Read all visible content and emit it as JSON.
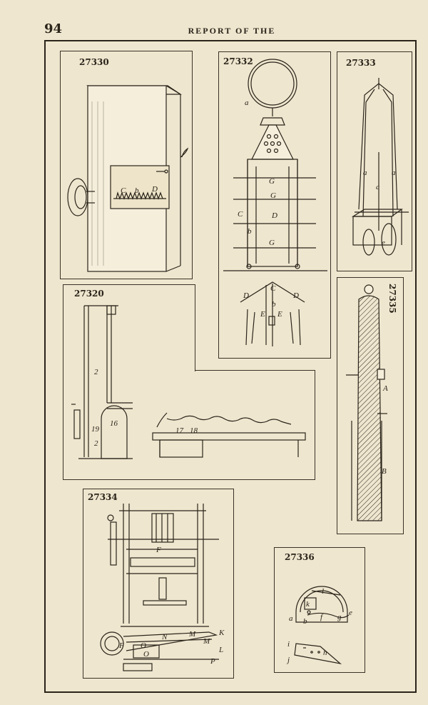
{
  "header": {
    "page_number": "94",
    "running_title": "REPORT OF THE"
  },
  "figures": {
    "fig_27330": {
      "number": "27330",
      "labels": [
        "C",
        "b",
        "D"
      ]
    },
    "fig_27332": {
      "number": "27332",
      "labels": [
        "a",
        "G",
        "G",
        "C",
        "D",
        "b",
        "G",
        "D",
        "C",
        "D",
        "E",
        "E",
        "b"
      ]
    },
    "fig_27333": {
      "number": "27333",
      "labels": [
        "a",
        "c",
        "a",
        "e"
      ]
    },
    "fig_27320": {
      "number": "27320",
      "labels": [
        "2",
        "19",
        "16",
        "2",
        "17",
        "18"
      ]
    },
    "fig_27335": {
      "number": "27335",
      "labels": [
        "A",
        "B"
      ]
    },
    "fig_27334": {
      "number": "27334",
      "labels": [
        "F",
        "N",
        "M",
        "K",
        "M",
        "L",
        "O",
        "O",
        "F",
        "P"
      ]
    },
    "fig_27336": {
      "number": "27336",
      "labels": [
        "l",
        "k",
        "e",
        "a",
        "b",
        "f",
        "g",
        "i",
        "h",
        "j"
      ]
    }
  }
}
